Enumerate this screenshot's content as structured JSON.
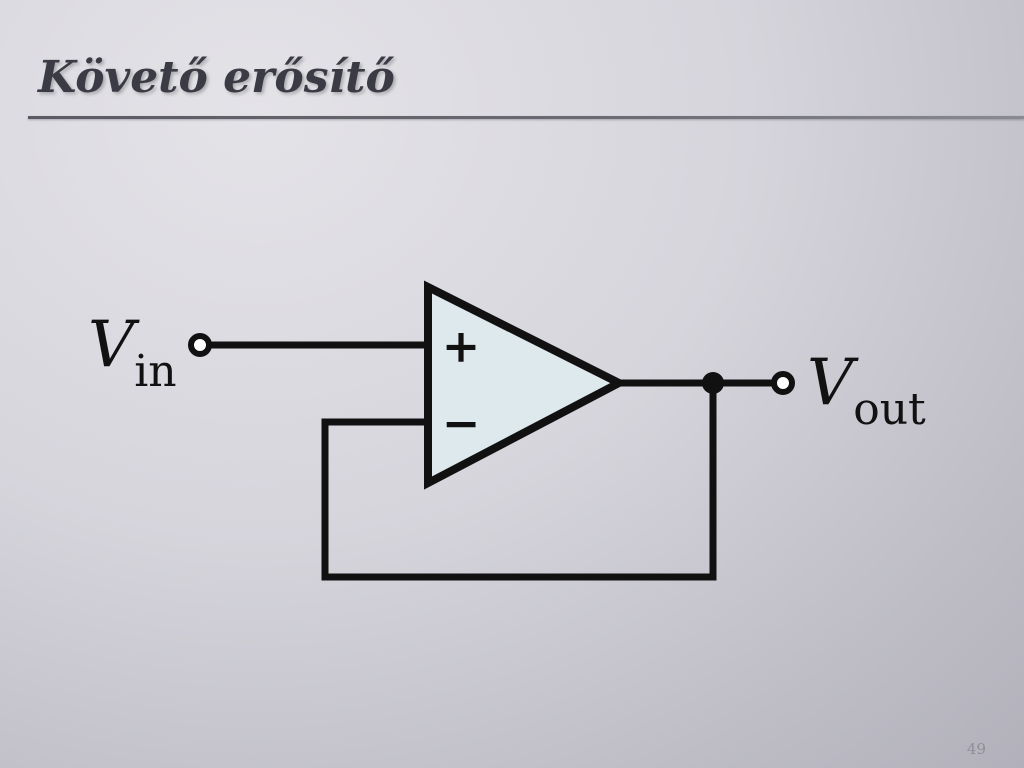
{
  "slide": {
    "title": "Követő erősítő",
    "page_number": "49"
  },
  "diagram": {
    "input_label": {
      "main": "V",
      "subscript": "in"
    },
    "output_label": {
      "main": "V",
      "subscript": "out"
    },
    "opamp": {
      "plus_symbol": "+",
      "minus_symbol": "−",
      "fill_color": "#dde9ec"
    },
    "wire_color": "#111111"
  }
}
